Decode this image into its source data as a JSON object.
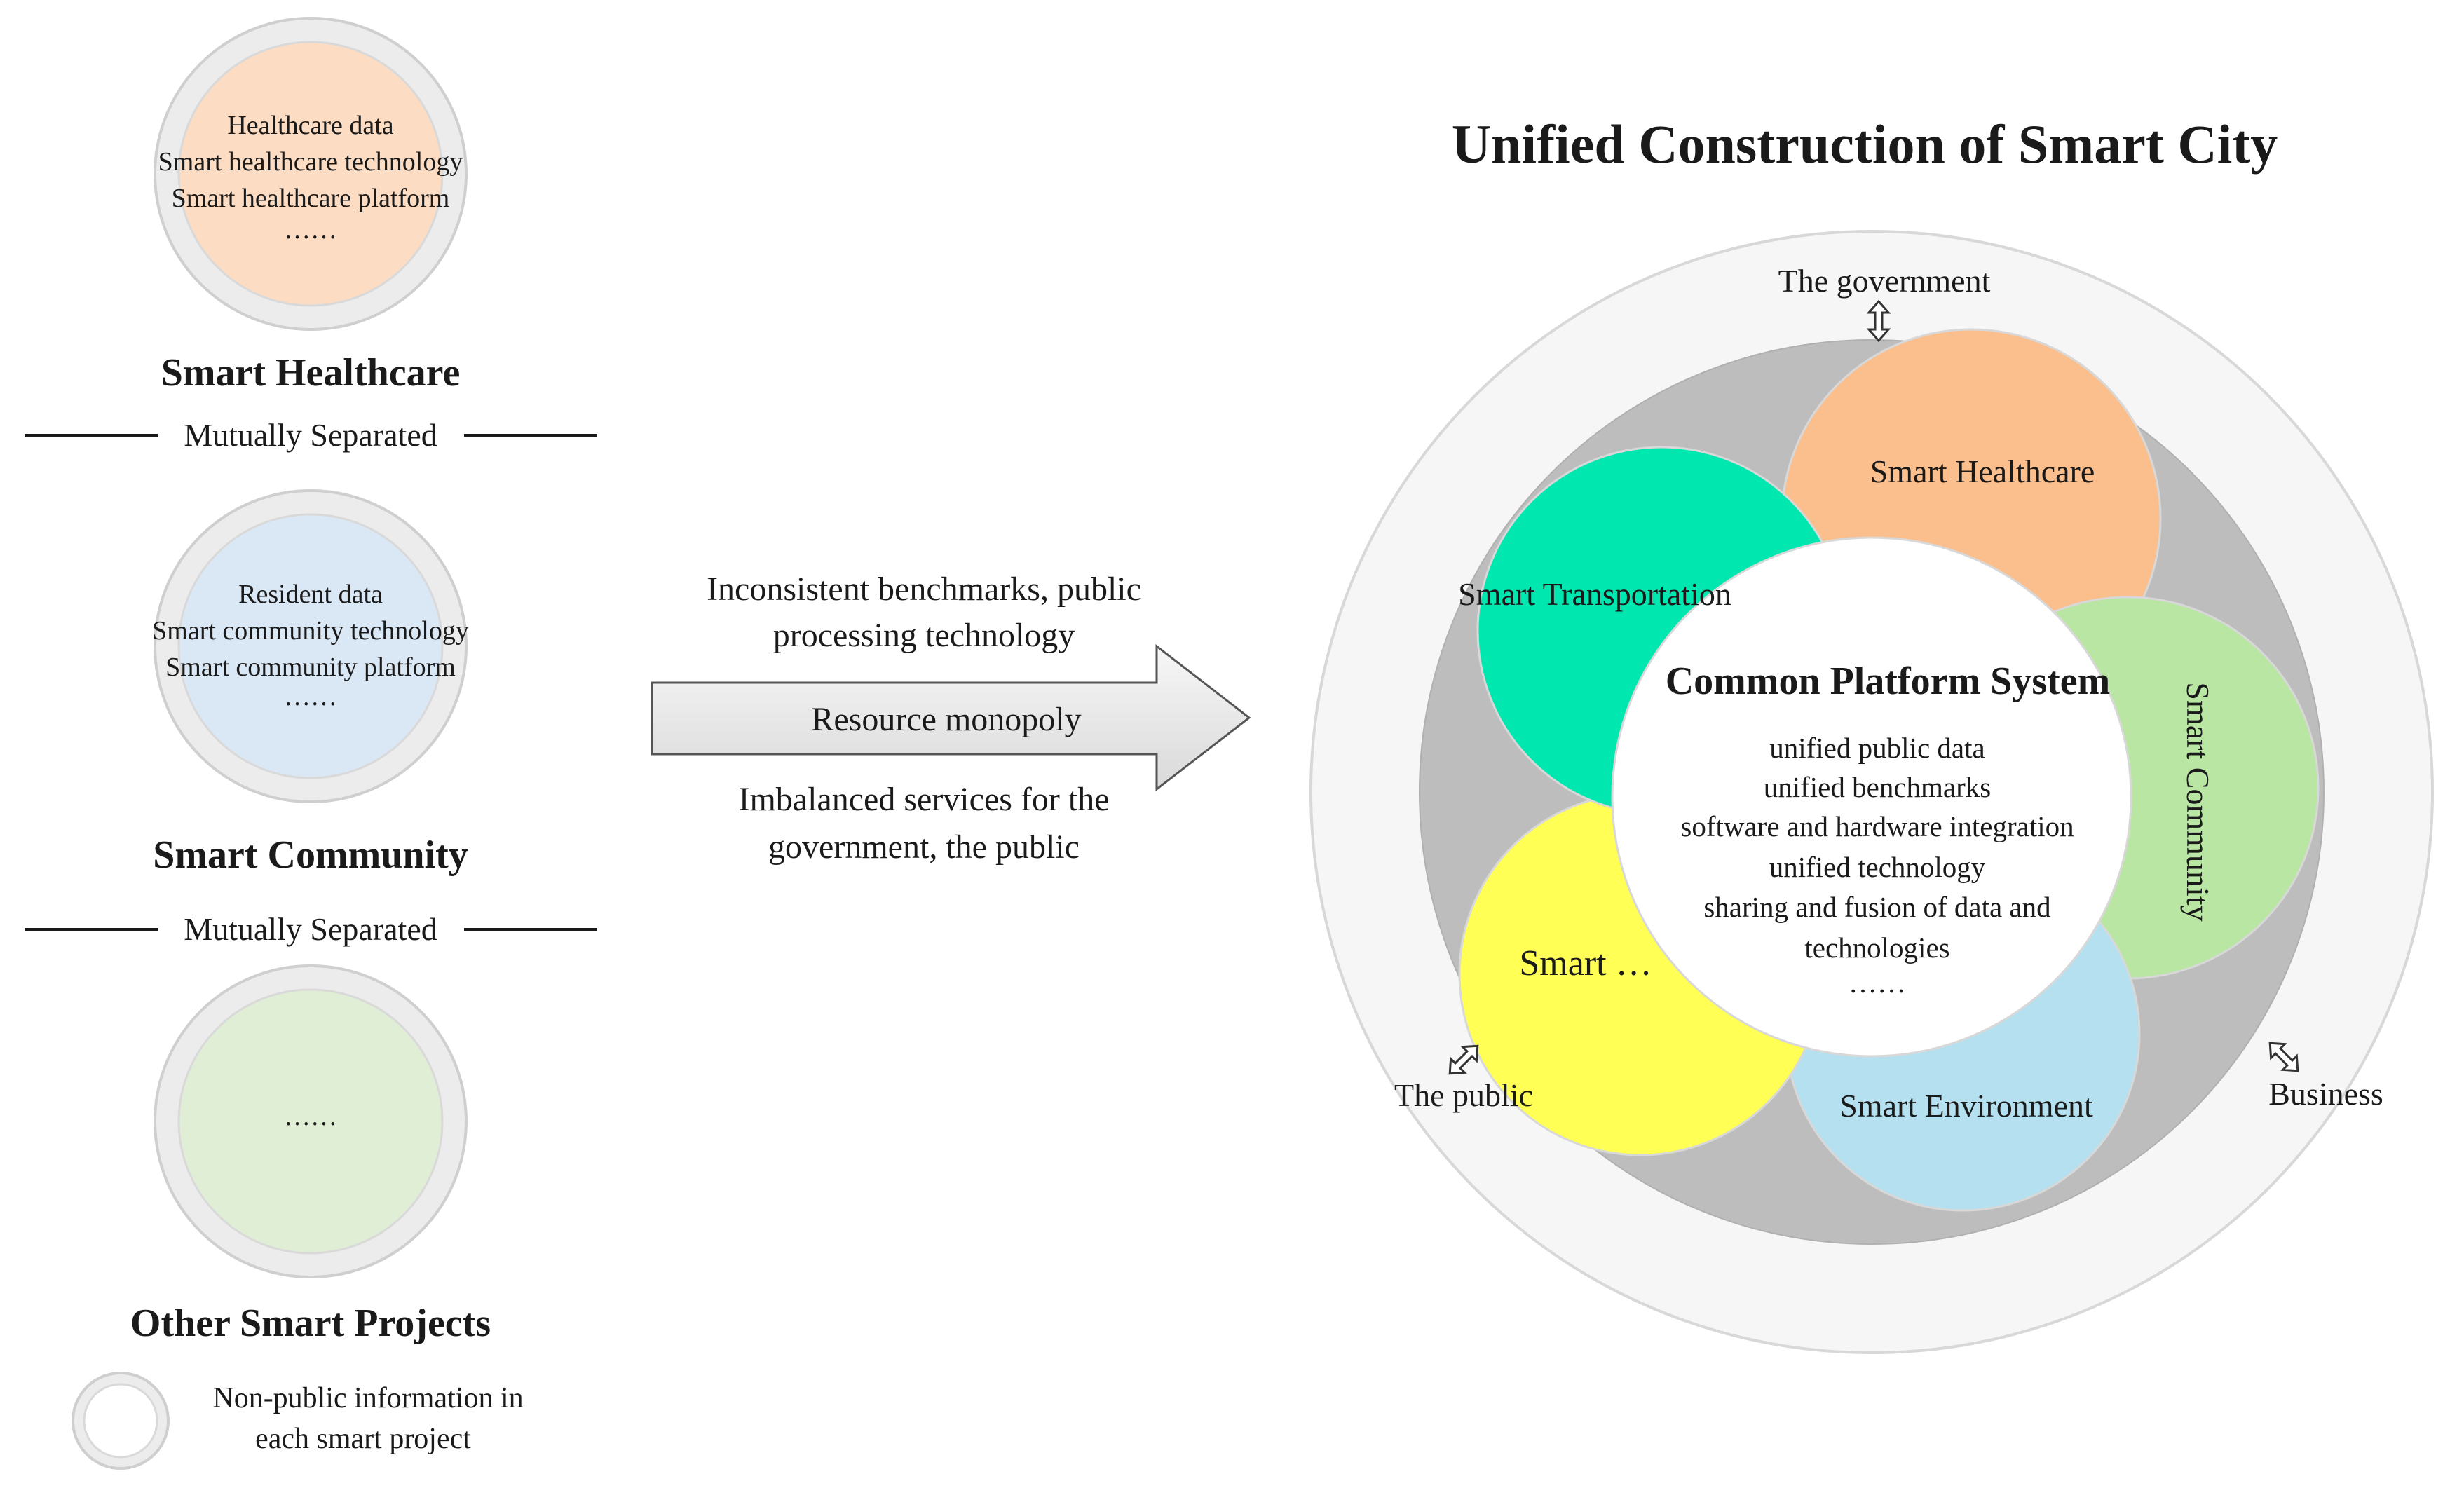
{
  "left": {
    "projects": [
      {
        "lines": [
          "Healthcare data",
          "Smart healthcare technology",
          "Smart healthcare platform",
          "……"
        ],
        "heading": "Smart Healthcare",
        "fill": "#fcdcc2"
      },
      {
        "lines": [
          "Resident data",
          "Smart community technology",
          "Smart community platform",
          "……"
        ],
        "heading": "Smart Community",
        "fill": "#dae8f5"
      },
      {
        "lines": [
          "……"
        ],
        "heading": "Other Smart Projects",
        "fill": "#e0eed6"
      }
    ],
    "separators": [
      "Mutually Separated",
      "Mutually Separated"
    ],
    "legend": {
      "lines": [
        "Non-public information in",
        "each smart project"
      ]
    }
  },
  "middle": {
    "top_lines": [
      "Inconsistent benchmarks, public",
      "processing technology"
    ],
    "arrow_label": "Resource monopoly",
    "bottom_lines": [
      "Imbalanced services for the",
      "government, the public"
    ]
  },
  "right": {
    "title": "Unified Construction of Smart City",
    "outer_labels": {
      "top": "The government",
      "left": "The public",
      "right": "Business"
    },
    "petals": {
      "healthcare": {
        "label": "Smart Healthcare",
        "color": "#fbbf8e"
      },
      "transportation": {
        "label": "Smart Transportation",
        "color": "#00e8b0"
      },
      "community": {
        "label": "Smart Community",
        "color": "#b9e6a2"
      },
      "environment": {
        "label": "Smart Environment",
        "color": "#b5e0ef"
      },
      "other": {
        "label": "Smart …",
        "color": "#ffff55"
      }
    },
    "core": {
      "title": "Common Platform System",
      "lines": [
        "unified public data",
        "unified benchmarks",
        "software and hardware integration",
        "unified technology",
        "sharing and fusion of data and",
        "technologies",
        "……"
      ]
    }
  }
}
